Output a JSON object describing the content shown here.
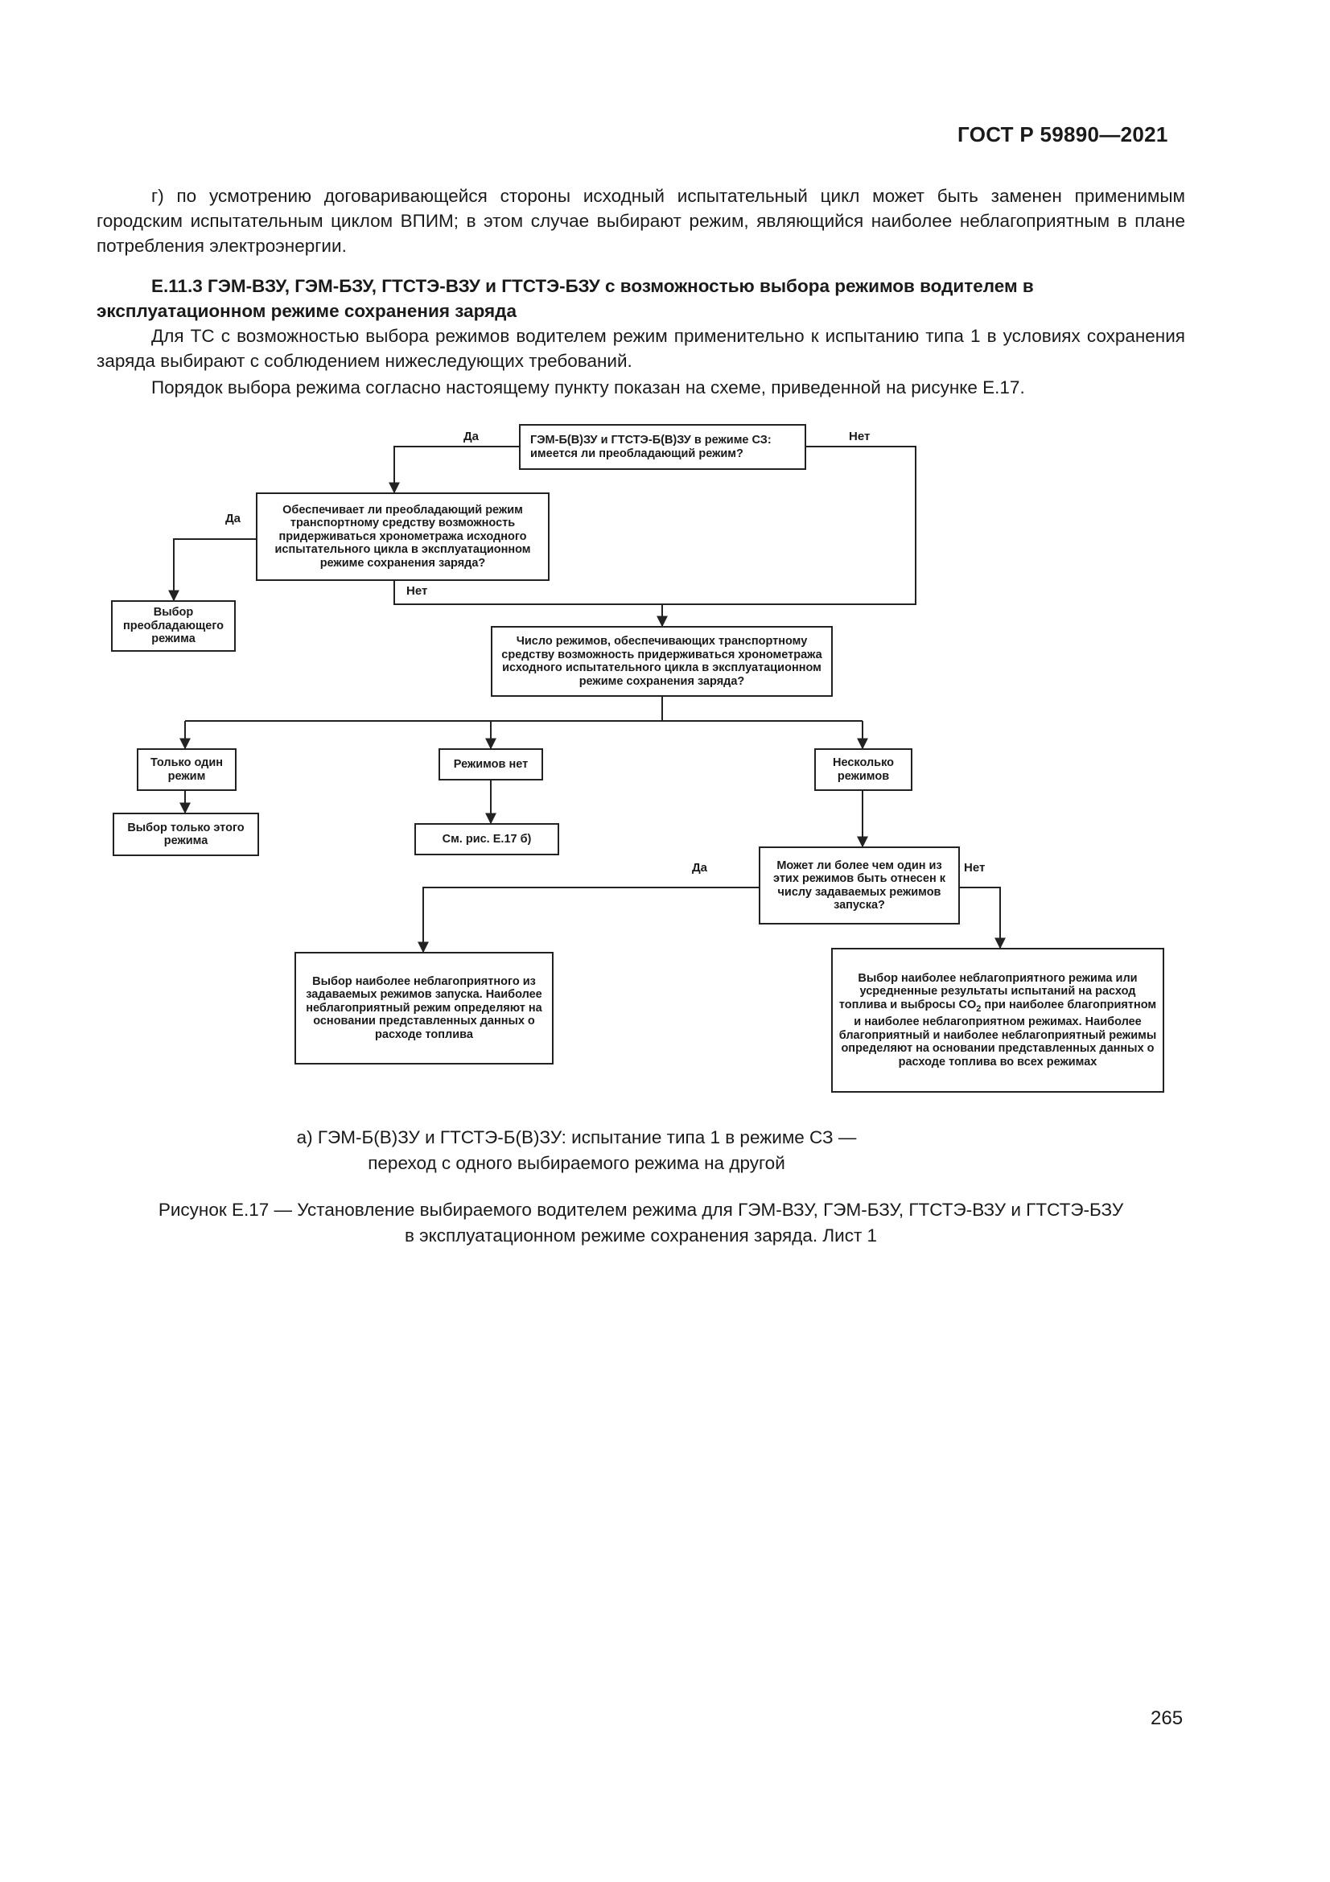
{
  "header": {
    "doc_code": "ГОСТ Р 59890—2021"
  },
  "paragraphs": {
    "p1": "г) по усмотрению договаривающейся стороны исходный испытательный цикл может быть заменен применимым городским испытательным циклом ВПИМ; в этом случае выбирают режим, являющийся наиболее неблагоприятным в плане потребления электроэнергии.",
    "heading": "Е.11.3 ГЭМ-ВЗУ, ГЭМ-БЗУ, ГТСТЭ-ВЗУ и ГТСТЭ-БЗУ с возможностью выбора режимов водителем в эксплуатационном режиме сохранения заряда",
    "p2": "Для ТС с возможностью выбора режимов водителем режим применительно к испытанию типа 1 в условиях сохранения заряда выбирают с соблюдением нижеследующих требований.",
    "p3": "Порядок выбора режима согласно настоящему пункту показан на схеме, приведенной на рисунке Е.17."
  },
  "flowchart": {
    "q1": "ГЭМ-Б(В)ЗУ и ГТСТЭ-Б(В)ЗУ в режиме СЗ: имеется ли преобладающий режим?",
    "q2": "Обеспечивает ли преобладающий режим транспортному средству возможность придерживаться хронометража исходного испытательного цикла в эксплуатационном режиме сохранения заряда?",
    "r_predominant": "Выбор преобладающего режима",
    "q3": "Число режимов, обеспечивающих транспортному средству возможность придерживаться хронометража исходного испытательного цикла в эксплуатационном режиме сохранения заряда?",
    "only_one": "Только один режим",
    "no_modes": "Режимов нет",
    "several": "Несколько режимов",
    "r_only_this": "Выбор только этого режима",
    "see_fig": "См. рис. Е.17 б)",
    "q4": "Может ли более чем один из этих режимов быть отнесен к числу задаваемых режимов запуска?",
    "r_worst_launch": "Выбор наиболее неблагоприятного из задаваемых режимов запуска. Наиболее неблагоприятный режим определяют на основании представленных данных о расходе топлива",
    "r_worst_avg_1": "Выбор наиболее неблагоприятного режима или усредненные результаты испытаний на расход топлива и выбросы CO",
    "r_worst_avg_sub": "2",
    "r_worst_avg_2": " при наиболее благоприятном и наиболее неблагоприятном режимах. Наиболее благоприятный и наиболее неблагоприятный режимы определяют на основании представленных данных о расходе топлива во всех режимах",
    "yes": "Да",
    "no": "Нет"
  },
  "captions": {
    "sub_line1": "а) ГЭМ-Б(В)ЗУ и ГТСТЭ-Б(В)ЗУ: испытание типа 1 в режиме СЗ —",
    "sub_line2": "переход с одного выбираемого режима на другой",
    "fig_line1": "Рисунок Е.17 — Установление выбираемого водителем режима для ГЭМ-ВЗУ, ГЭМ-БЗУ, ГТСТЭ-ВЗУ и ГТСТЭ-БЗУ",
    "fig_line2": "в эксплуатационном режиме сохранения заряда. Лист 1"
  },
  "footer": {
    "page_number": "265"
  }
}
